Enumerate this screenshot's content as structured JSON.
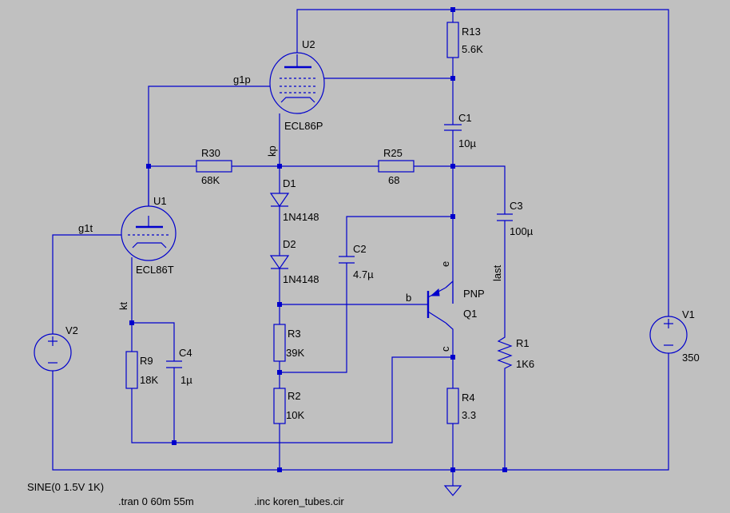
{
  "components": {
    "U2": {
      "ref": "U2",
      "value": "ECL86P"
    },
    "U1": {
      "ref": "U1",
      "value": "ECL86T"
    },
    "R13": {
      "ref": "R13",
      "value": "5.6K"
    },
    "C1": {
      "ref": "C1",
      "value": "10µ"
    },
    "R30": {
      "ref": "R30",
      "value": "68K"
    },
    "R25": {
      "ref": "R25",
      "value": "68"
    },
    "D1": {
      "ref": "D1",
      "value": "1N4148"
    },
    "D2": {
      "ref": "D2",
      "value": "1N4148"
    },
    "C2": {
      "ref": "C2",
      "value": "4.7µ"
    },
    "C3": {
      "ref": "C3",
      "value": "100µ"
    },
    "R3": {
      "ref": "R3",
      "value": "39K"
    },
    "R2": {
      "ref": "R2",
      "value": "10K"
    },
    "R9": {
      "ref": "R9",
      "value": "18K"
    },
    "C4": {
      "ref": "C4",
      "value": "1µ"
    },
    "R4": {
      "ref": "R4",
      "value": "3.3"
    },
    "R1": {
      "ref": "R1",
      "value": "1K6"
    },
    "Q1": {
      "ref": "Q1",
      "value": "PNP"
    },
    "V1": {
      "ref": "V1",
      "value": "350"
    },
    "V2": {
      "ref": "V2"
    }
  },
  "nets": {
    "g1p": "g1p",
    "kp": "kp",
    "g1t": "g1t",
    "kt": "kt",
    "b": "b",
    "e": "e",
    "c": "c",
    "last": "last"
  },
  "directives": {
    "v2_source": "SINE(0 1.5V 1K)",
    "tran": ".tran 0 60m 55m",
    "include": ".inc koren_tubes.cir"
  }
}
